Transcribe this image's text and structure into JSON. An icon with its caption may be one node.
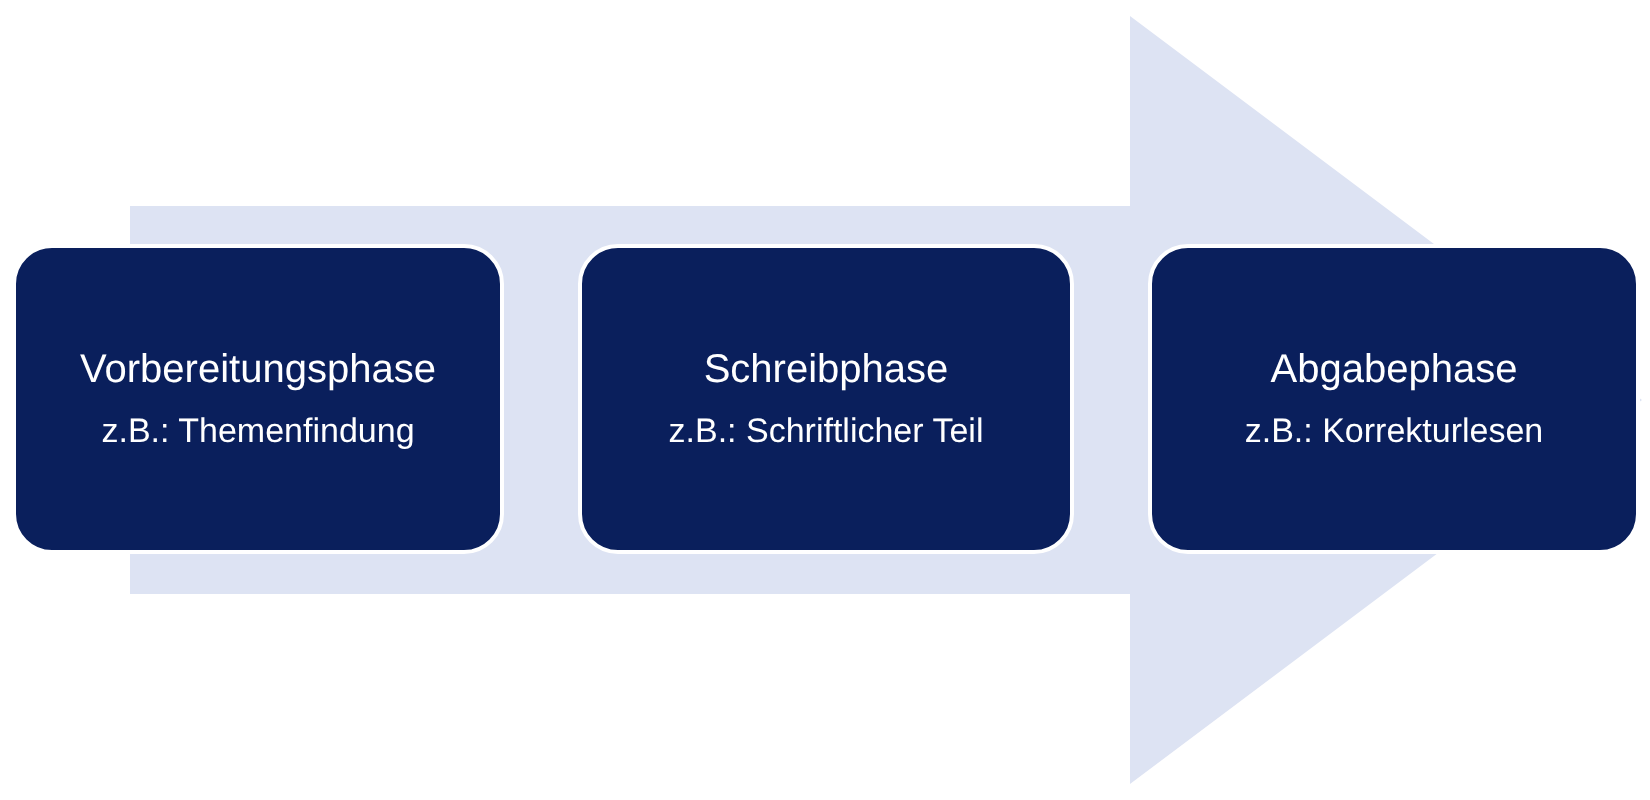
{
  "diagram": {
    "nodes": [
      {
        "text": [
          "Vorbereitungsphase",
          "z.B.: Themenfindung"
        ]
      },
      {
        "text": [
          "Schreibphase",
          "z.B.: Schriftlicher Teil"
        ]
      },
      {
        "text": [
          "Abgabephase",
          "z.B.: Korrekturlesen"
        ]
      }
    ],
    "edges": [
      {
        "from": 0,
        "to": 2,
        "arrow": "to"
      }
    ]
  }
}
